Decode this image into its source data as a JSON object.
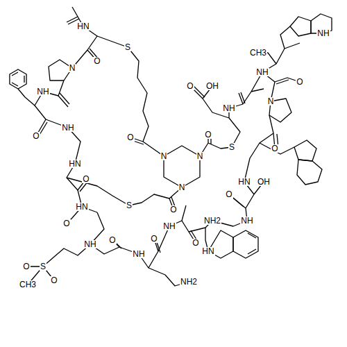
{
  "diagram": {
    "labels": [
      "NH",
      "HN",
      "O",
      "N",
      "S",
      "O",
      "OH",
      "CH3",
      "NH",
      "O",
      "N",
      "NH",
      "O",
      "N",
      "N",
      "N",
      "O",
      "S",
      "O",
      "NH",
      "HN",
      "O",
      "S",
      "O",
      "HN",
      "O",
      "NH",
      "O",
      "S",
      "O",
      "O",
      "CH3",
      "NH",
      "O",
      "NH2",
      "NH",
      "O",
      "NH2",
      "HN",
      "HN",
      "OH",
      "NH",
      "O",
      "O",
      "NH"
    ]
  }
}
